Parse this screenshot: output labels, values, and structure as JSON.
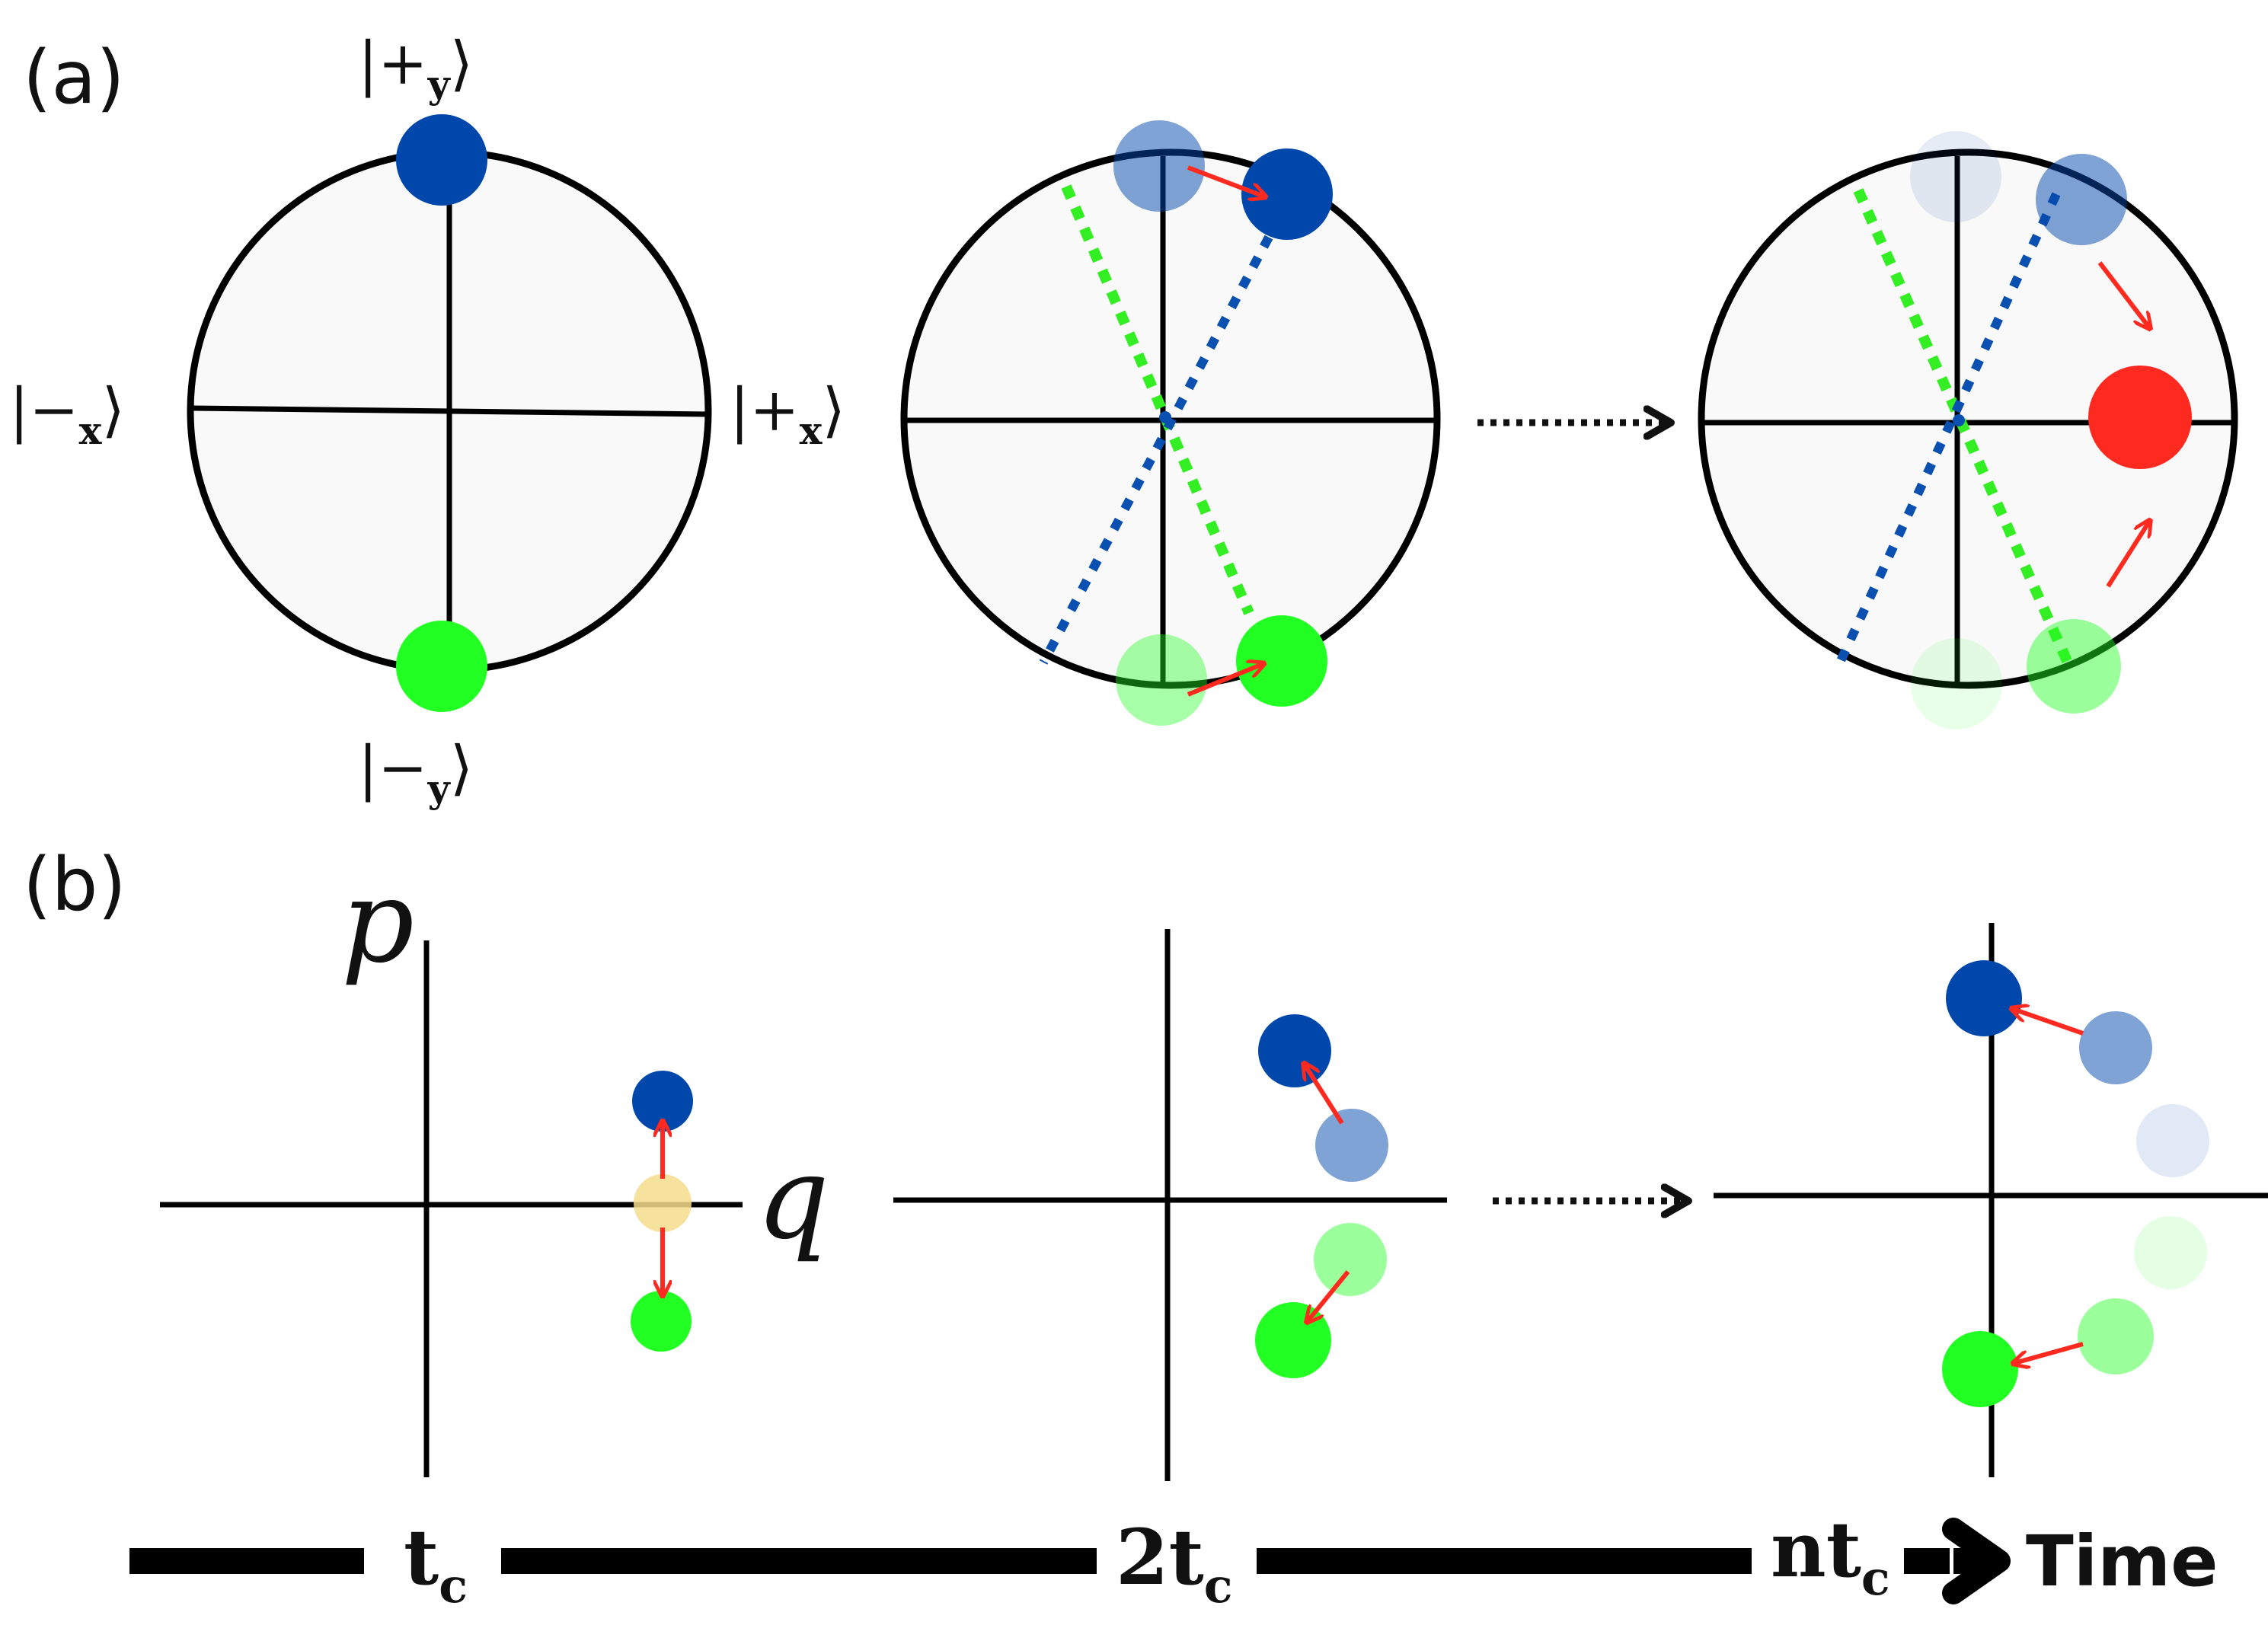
{
  "panel_a": {
    "label": "(a)",
    "states": {
      "plus_y": {
        "open": "|+",
        "sub": "y",
        "close": "⟩"
      },
      "minus_y": {
        "open": "|−",
        "sub": "y",
        "close": "⟩"
      },
      "minus_x": {
        "open": "|−",
        "sub": "x",
        "close": "⟩"
      },
      "plus_x": {
        "open": "|+",
        "sub": "x",
        "close": "⟩"
      }
    }
  },
  "panel_b": {
    "label": "(b)",
    "axis_p": "p",
    "axis_q": "q"
  },
  "timeline": {
    "tick1": {
      "main": "t",
      "sub": "c"
    },
    "tick2": {
      "main": "2t",
      "sub": "c"
    },
    "tick3": {
      "main": "nt",
      "sub": "c"
    },
    "axis_label": "Time"
  },
  "colors": {
    "blue_state": "#0047ab",
    "green_state": "#22ff22",
    "red_state": "#ff2a1f",
    "arrow": "#ff2a1f",
    "overlap_state": "#f5dc8c",
    "outline": "#000000",
    "circle_fill": "#f9f9f9"
  },
  "icons": {
    "progression": "dotted-right-arrow",
    "time_direction": "thick-right-arrow"
  }
}
